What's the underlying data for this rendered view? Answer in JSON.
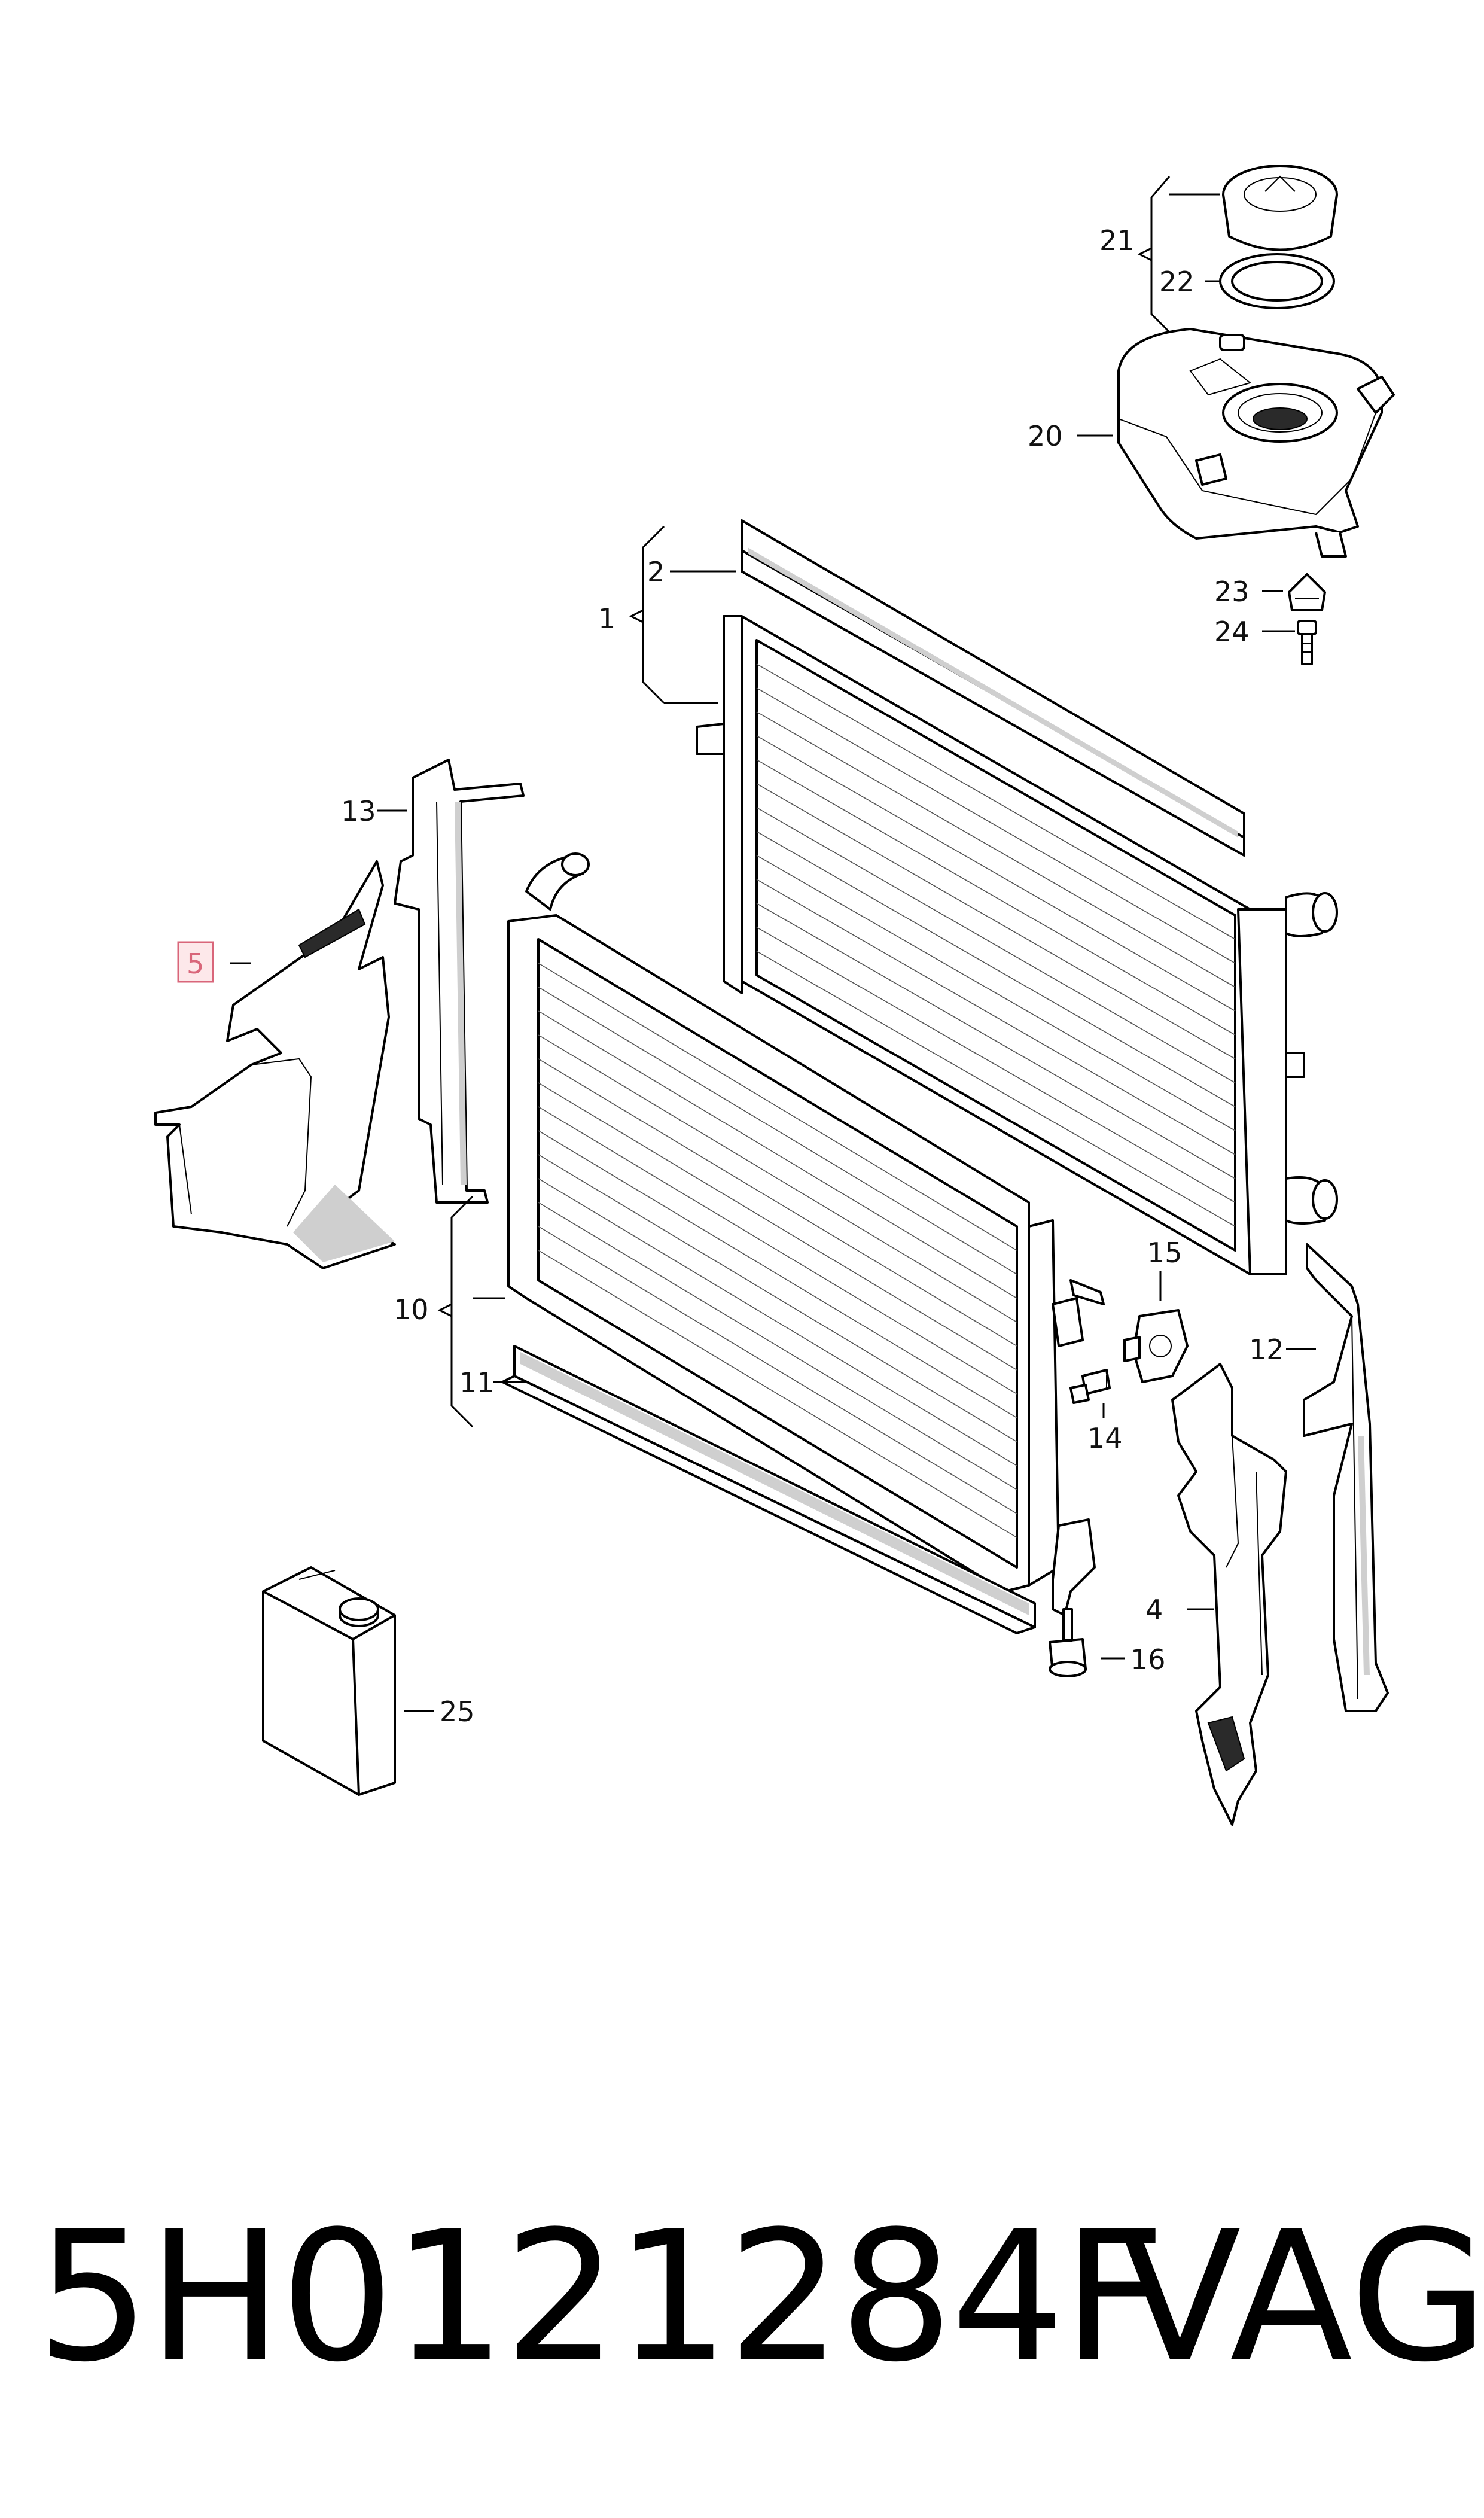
{
  "callouts": {
    "c1": "1",
    "c2": "2",
    "c4": "4",
    "c5": "5",
    "c10": "10",
    "c11": "11",
    "c12": "12",
    "c13": "13",
    "c14": "14",
    "c15": "15",
    "c16": "16",
    "c20": "20",
    "c21": "21",
    "c22": "22",
    "c23": "23",
    "c24": "24",
    "c25": "25"
  },
  "highlighted_callout": "5",
  "highlight_color": "#d9667a",
  "footer": {
    "part_number": "5H0121284F",
    "brand": "VAG"
  }
}
